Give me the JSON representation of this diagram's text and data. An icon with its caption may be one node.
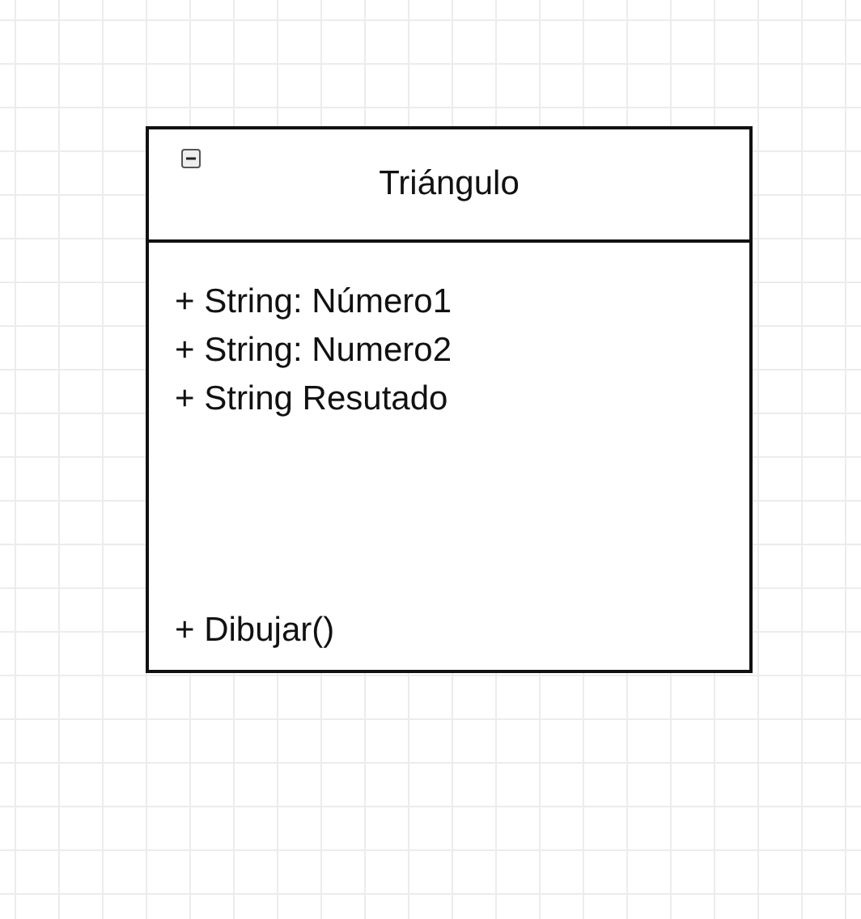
{
  "diagram": {
    "nodes": [
      {
        "text": [
          "Triángulo",
          "+ String: Número1",
          "+ String: Numero2",
          "+ String Resutado",
          "+ Dibujar()"
        ]
      }
    ]
  }
}
